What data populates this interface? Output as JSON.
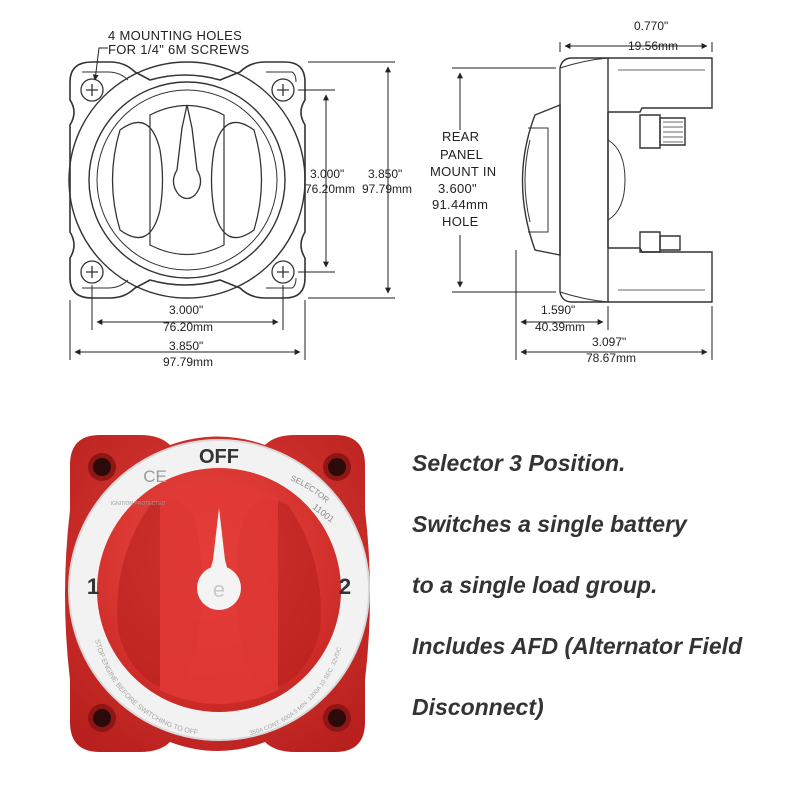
{
  "front_view": {
    "mounting_note_line1": "4 MOUNTING HOLES",
    "mounting_note_line2": "FOR 1/4\" 6M SCREWS",
    "inner_height_in": "3.000\"",
    "inner_height_mm": "76.20mm",
    "outer_height_in": "3.850\"",
    "outer_height_mm": "97.79mm",
    "inner_width_in": "3.000\"",
    "inner_width_mm": "76.20mm",
    "outer_width_in": "3.850\"",
    "outer_width_mm": "97.79mm"
  },
  "side_view": {
    "flange_in": "0.770\"",
    "flange_mm": "19.56mm",
    "rear_panel_note": [
      "REAR",
      "PANEL",
      "MOUNT IN",
      "3.600\"",
      "91.44mm",
      "HOLE"
    ],
    "knob_depth_in": "1.590\"",
    "knob_depth_mm": "40.39mm",
    "total_depth_in": "3.097\"",
    "total_depth_mm": "78.67mm"
  },
  "product": {
    "off_label": "OFF",
    "pos1_label": "1",
    "pos2_label": "2",
    "ce_mark": "CE",
    "selector_label": "SELECTOR",
    "model_number": "11001",
    "ignition_text": "IGNITION PROTECTED",
    "warning_text": "STOP ENGINE BEFORE SWITCHING TO OFF",
    "rating_text": "350A CONT. 600A 5 MIN. 1200A 10 SEC. 32VDC",
    "logo_letter": "e",
    "colors": {
      "body": "#d42a27",
      "body_dark": "#b01f1c",
      "ring": "#f2f2f2",
      "knob": "#dd2b28"
    }
  },
  "description": {
    "lines": [
      "Selector 3 Position.",
      "Switches a single battery",
      "to a single load group.",
      "Includes AFD (Alternator Field",
      "Disconnect)"
    ]
  }
}
